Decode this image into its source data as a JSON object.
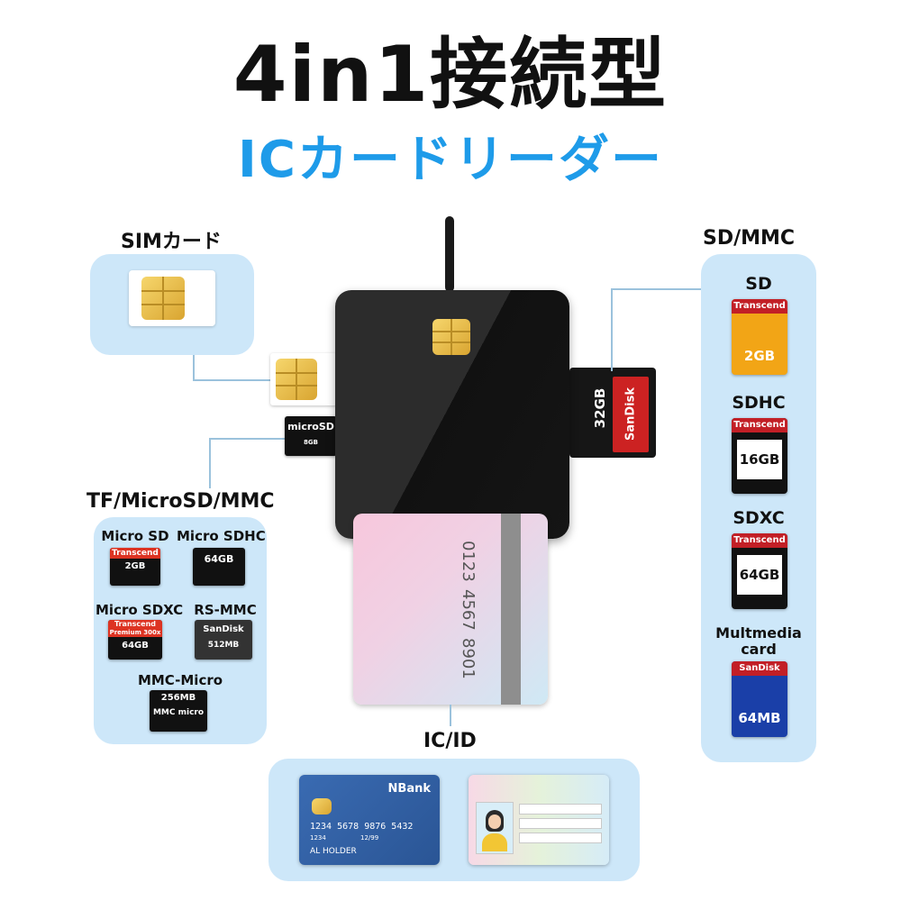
{
  "header": {
    "title": "4in1接続型",
    "subtitle": "ICカードリーダー"
  },
  "sim": {
    "label": "SIMカード"
  },
  "tf": {
    "label": "TF/MicroSD/MMC",
    "items": [
      {
        "label": "Micro SD",
        "card_brand": "Transcend",
        "card_text": "2GB"
      },
      {
        "label": "Micro SDHC",
        "card_text": "64GB"
      },
      {
        "label": "Micro SDXC",
        "card_brand": "Transcend",
        "card_sub": "Premium 300x",
        "card_text": "64GB"
      },
      {
        "label": "RS-MMC",
        "card_brand": "SanDisk",
        "card_text": "512MB"
      },
      {
        "label": "MMC-Micro",
        "card_text": "256MB",
        "card_sub": "MMC micro"
      }
    ]
  },
  "sd": {
    "label": "SD/MMC",
    "items": [
      {
        "label": "SD",
        "card_brand": "Transcend",
        "card_text": "2GB"
      },
      {
        "label": "SDHC",
        "card_brand": "Transcend",
        "card_text": "16GB"
      },
      {
        "label": "SDXC",
        "card_brand": "Transcend",
        "card_text": "64GB"
      },
      {
        "label": "Multmedia card",
        "card_brand": "SanDisk",
        "card_text": "64MB"
      }
    ]
  },
  "reader": {
    "microsd_text": "microSD",
    "microsd_size": "8GB",
    "sd_brand": "SanDisk",
    "sd_size": "32GB",
    "inserted_card_numbers": [
      "0123",
      "4567",
      "8901"
    ]
  },
  "icid": {
    "label": "IC/ID",
    "bank_name": "NBank",
    "card_number": "1234 5678 9876 5432",
    "card_sub": "1234",
    "card_expiry": "12/99",
    "card_holder": "AL HOLDER"
  },
  "colors": {
    "accent": "#1e9be9",
    "panel": "#cde7f9",
    "reader_body": "#1b1b1b",
    "chip": "#e7bd49"
  }
}
